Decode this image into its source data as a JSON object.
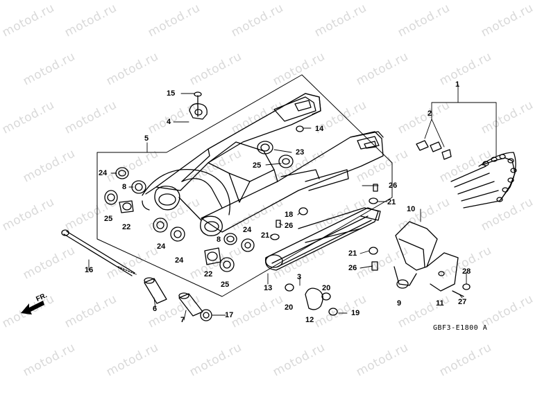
{
  "watermark": "motod.ru",
  "drawing_code": "GBF3-E1800 A",
  "direction_label": "FR.",
  "part_labels": [
    {
      "id": "1",
      "text": "1"
    },
    {
      "id": "2",
      "text": "2"
    },
    {
      "id": "3",
      "text": "3"
    },
    {
      "id": "4",
      "text": "4"
    },
    {
      "id": "5",
      "text": "5"
    },
    {
      "id": "6",
      "text": "6"
    },
    {
      "id": "7",
      "text": "7"
    },
    {
      "id": "8a",
      "text": "8"
    },
    {
      "id": "8b",
      "text": "8"
    },
    {
      "id": "9",
      "text": "9"
    },
    {
      "id": "10",
      "text": "10"
    },
    {
      "id": "11",
      "text": "11"
    },
    {
      "id": "12",
      "text": "12"
    },
    {
      "id": "13",
      "text": "13"
    },
    {
      "id": "14",
      "text": "14"
    },
    {
      "id": "15",
      "text": "15"
    },
    {
      "id": "16",
      "text": "16"
    },
    {
      "id": "17",
      "text": "17"
    },
    {
      "id": "18",
      "text": "18"
    },
    {
      "id": "19",
      "text": "19"
    },
    {
      "id": "20a",
      "text": "20"
    },
    {
      "id": "20b",
      "text": "20"
    },
    {
      "id": "21a",
      "text": "21"
    },
    {
      "id": "21b",
      "text": "21"
    },
    {
      "id": "21c",
      "text": "21"
    },
    {
      "id": "22a",
      "text": "22"
    },
    {
      "id": "22b",
      "text": "22"
    },
    {
      "id": "23",
      "text": "23"
    },
    {
      "id": "24a",
      "text": "24"
    },
    {
      "id": "24b",
      "text": "24"
    },
    {
      "id": "24c",
      "text": "24"
    },
    {
      "id": "24d",
      "text": "24"
    },
    {
      "id": "25a",
      "text": "25"
    },
    {
      "id": "25b",
      "text": "25"
    },
    {
      "id": "25c",
      "text": "25"
    },
    {
      "id": "26a",
      "text": "26"
    },
    {
      "id": "26b",
      "text": "26"
    },
    {
      "id": "26c",
      "text": "26"
    },
    {
      "id": "27",
      "text": "27"
    },
    {
      "id": "28",
      "text": "28"
    }
  ]
}
